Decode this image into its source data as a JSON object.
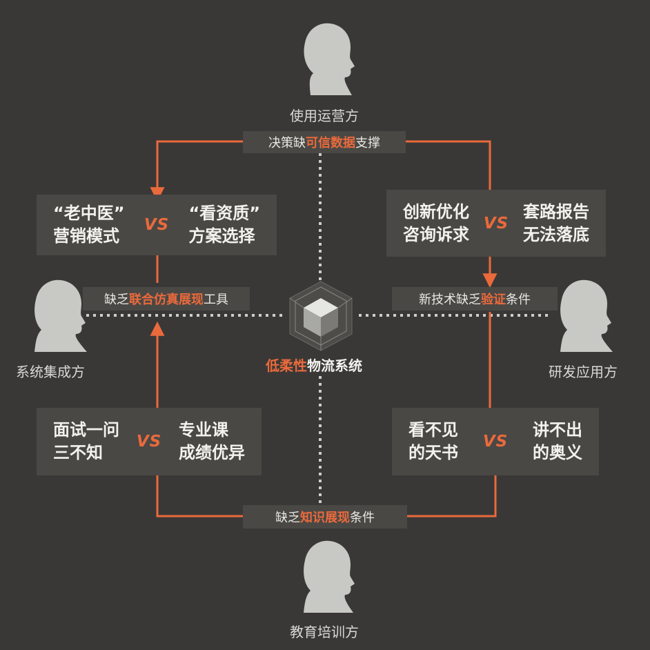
{
  "roles": {
    "top": "使用运营方",
    "left": "系统集成方",
    "right": "研发应用方",
    "bottom": "教育培训方"
  },
  "center": {
    "title_highlight": "低柔性",
    "title_rest": "物流系统"
  },
  "labels": {
    "top": {
      "pre": "决策缺",
      "hl": "可信数据",
      "post": "支撑"
    },
    "left": {
      "pre": "缺乏",
      "hl": "联合仿真展现",
      "post": "工具"
    },
    "right": {
      "pre": "新技术缺乏",
      "hl": "验证",
      "post": "条件"
    },
    "bottom": {
      "pre": "缺乏",
      "hl": "知识展现",
      "post": "条件"
    }
  },
  "boxes": {
    "top_left": {
      "left": "“老中医”\n营销模式",
      "vs": "VS",
      "right": "“看资质”\n方案选择"
    },
    "top_right": {
      "left": "创新优化\n咨询诉求",
      "vs": "VS",
      "right": "套路报告\n无法落底"
    },
    "bottom_left": {
      "left": "面试一问\n三不知",
      "vs": "VS",
      "right": "专业课\n成绩优异"
    },
    "bottom_right": {
      "left": "看不见\n的天书",
      "vs": "VS",
      "right": "讲不出\n的奥义"
    }
  },
  "colors": {
    "background": "#3a3836",
    "panel": "#4a4845",
    "accent": "#ea6a3c",
    "silhouette": "#c8c8c4",
    "dotted_line": "#cfcfca"
  },
  "icons": {
    "person": "person-silhouette-icon",
    "center": "cube-icon"
  }
}
